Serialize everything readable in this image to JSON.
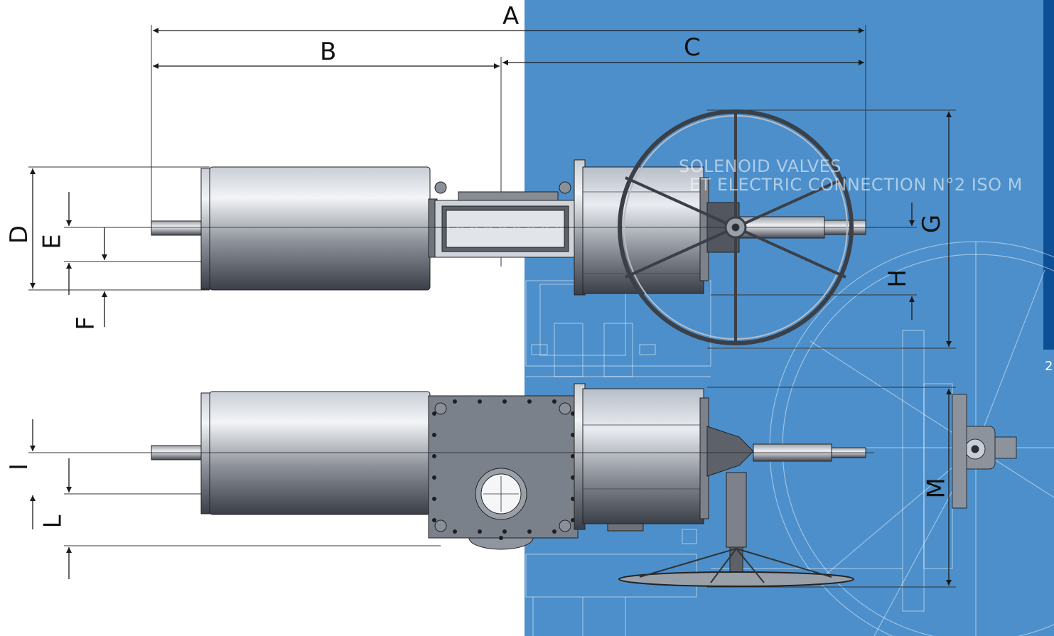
{
  "dimensions": {
    "A": "A",
    "B": "B",
    "C": "C",
    "D": "D",
    "E": "E",
    "F": "F",
    "G": "G",
    "H": "H",
    "I": "I",
    "L": "L",
    "M": "M"
  },
  "background_text": {
    "line1": "SOLENOID VALVES",
    "line2": "ET ELECTRIC CONNECTION N°2 ISO M"
  },
  "page_number": "2",
  "colors": {
    "blueprint_bg": "#4c8fcb",
    "side_bar": "#0d4f95",
    "dimension_line": "#1a1a1a",
    "metal_light": "#e6ebf0",
    "metal_dark": "#3e434b"
  }
}
